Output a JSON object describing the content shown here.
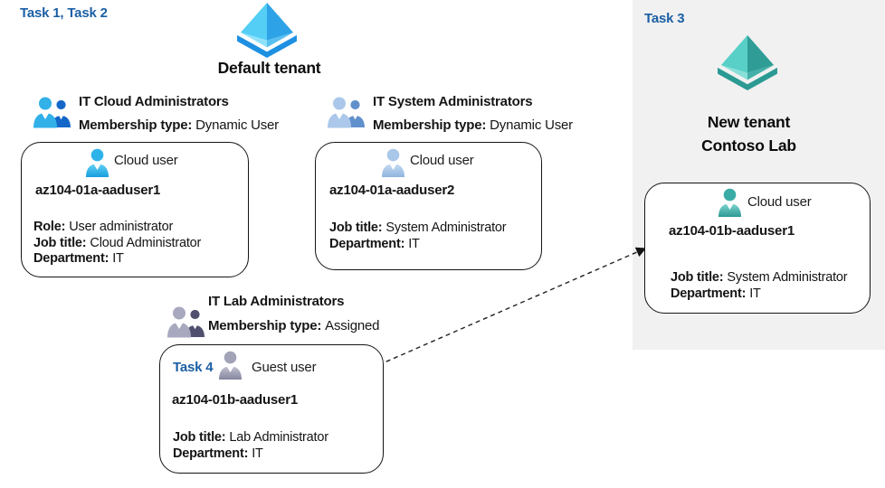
{
  "colors": {
    "task_label_blue": "#1b5fa5",
    "panel_background": "#f1f1f1",
    "box_border": "#141414",
    "cloud_user_blue": "#2db3ea",
    "cloud_user_steel_blue": "#a9c7e9",
    "guest_user_gray": "#a3a3b8",
    "cloud_user_teal": "#3aaca5",
    "tenant_icon_blue": "#1e90e2",
    "tenant_icon_teal": "#2b9a93"
  },
  "left_panel": {
    "task_label": "Task 1, Task 2",
    "tenant_name": "Default tenant",
    "groups": [
      {
        "name": "IT Cloud Administrators",
        "membership_label": "Membership type:",
        "membership_value": "Dynamic User",
        "user": {
          "type_label": "Cloud user",
          "name": "az104-01a-aaduser1",
          "attributes": [
            {
              "label": "Role:",
              "value": "User administrator"
            },
            {
              "label": "Job title:",
              "value": "Cloud Administrator"
            },
            {
              "label": "Department:",
              "value": "IT"
            }
          ]
        }
      },
      {
        "name": "IT System Administrators",
        "membership_label": "Membership type:",
        "membership_value": "Dynamic User",
        "user": {
          "type_label": "Cloud user",
          "name": "az104-01a-aaduser2",
          "attributes": [
            {
              "label": "Job title:",
              "value": "System Administrator"
            },
            {
              "label": "Department:",
              "value": "IT"
            }
          ]
        }
      },
      {
        "name": "IT Lab Administrators",
        "membership_label": "Membership type:",
        "membership_value": "Assigned",
        "user": {
          "task_label": "Task 4",
          "type_label": "Guest user",
          "name": "az104-01b-aaduser1",
          "attributes": [
            {
              "label": "Job title:",
              "value": "Lab Administrator"
            },
            {
              "label": "Department:",
              "value": "IT"
            }
          ]
        }
      }
    ]
  },
  "right_panel": {
    "task_label": "Task 3",
    "tenant_name_line1": "New tenant",
    "tenant_name_line2": "Contoso Lab",
    "user": {
      "type_label": "Cloud user",
      "name": "az104-01b-aaduser1",
      "attributes": [
        {
          "label": "Job title:",
          "value": "System Administrator"
        },
        {
          "label": "Department:",
          "value": "IT"
        }
      ]
    }
  }
}
